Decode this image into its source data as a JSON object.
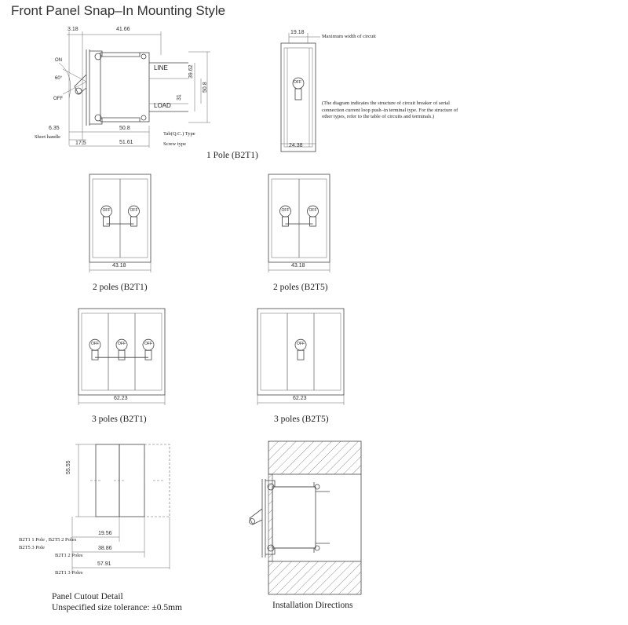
{
  "title": "Front Panel Snap–In Mounting Style",
  "side_view": {
    "dims": {
      "top_left": "3.18",
      "top_width": "41.66",
      "height_a": "39.62",
      "height_b": "31",
      "height_c": "50.8",
      "handle": "6.35",
      "d1": "50.8",
      "d2": "17.5",
      "d3": "51.61"
    },
    "labels": {
      "on": "ON",
      "angle": "60°",
      "off": "OFF",
      "line": "LINE",
      "load": "LOAD",
      "short_handle": "Short handle",
      "tab_type": "Tab(Q.C.) Type",
      "screw_type": "Screw type"
    }
  },
  "front_1pole": {
    "top_dim": "19.18",
    "bottom_dim": "24.38",
    "max_width_note": "Maximum width of circuit",
    "structure_note": "(The diagram indicates the structure of circuit breaker of serial connection current loop push–in terminal type. For the structure of other types, refer to the table of circuits and terminals.)",
    "caption": "1 Pole (B2T1)"
  },
  "toggle_label": "OFF",
  "poles": [
    {
      "caption": "2 poles (B2T1)",
      "dim": "43.18"
    },
    {
      "caption": "2 poles (B2T5)",
      "dim": "43.18"
    },
    {
      "caption": "3 poles (B2T1)",
      "dim": "62.23"
    },
    {
      "caption": "3 poles (B2T5)",
      "dim": "62.23"
    }
  ],
  "cutout": {
    "height": "55.55",
    "rows": [
      {
        "left": "B2T1 1 Pole ,  B2T5 2 Poles",
        "value": "19.56"
      },
      {
        "left": "B2T5 3 Pole",
        "value": ""
      },
      {
        "left": "B2T1 2 Poles",
        "value": "38.86"
      },
      {
        "left": "B2T1 3 Poles",
        "value": "57.91"
      }
    ],
    "caption1": "Panel Cutout Detail",
    "caption2": "Unspecified size tolerance: ±0.5mm"
  },
  "install": {
    "caption": "Installation Directions"
  }
}
